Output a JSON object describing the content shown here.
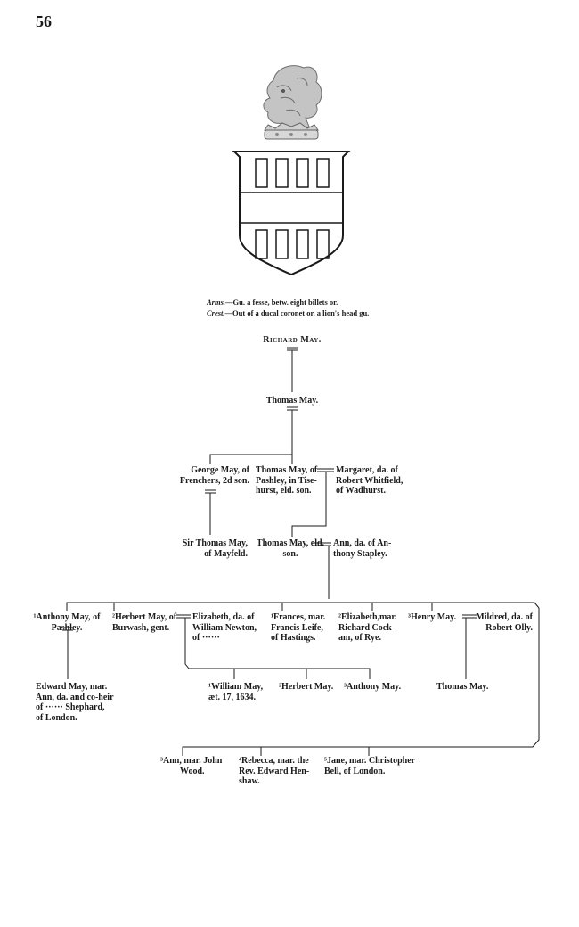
{
  "page_number": "56",
  "arms_label": "Arms.",
  "arms_text": "—Gu. a fesse, betw. eight billets or.",
  "crest_label": "Crest.",
  "crest_text": "—Out of a ducal coronet or, a lion's head gu.",
  "colors": {
    "ink": "#1a1a1a",
    "crest_shade": "#b8b8b8",
    "paper": "#ffffff"
  },
  "people": {
    "richard": "Richard May.",
    "thomas1": "Thomas May.",
    "george": [
      "George May, of",
      "Frenchers, 2d son."
    ],
    "thomas2": [
      "Thomas May, of",
      "Pashley, in Tise-",
      "hurst, eld. son."
    ],
    "margaret": [
      "Margaret, da. of",
      "Robert Whitfield,",
      "of Wadhurst."
    ],
    "sir_thomas": [
      "Sir Thomas May,",
      "of Mayfeld."
    ],
    "thomas3": [
      "Thomas May, eld.",
      "son."
    ],
    "ann_stapley": [
      "Ann, da. of An-",
      "thony Stapley."
    ],
    "anthony": [
      "¹Anthony May, of",
      "Pashley."
    ],
    "herbert": [
      "²Herbert May, of",
      "Burwash, gent."
    ],
    "elizabeth_newton": [
      "Elizabeth, da. of",
      "William Newton,",
      "of ······"
    ],
    "frances": [
      "¹Frances, mar.",
      "Francis Leife,",
      "of Hastings."
    ],
    "elizabeth_cock": [
      "²Elizabeth,mar.",
      "Richard Cock-",
      "am, of Rye."
    ],
    "henry": "³Henry May.",
    "mildred": [
      "Mildred, da. of",
      "Robert Olly."
    ],
    "edward": [
      "Edward May, mar.",
      "Ann, da. and co-heir",
      "of ······ Shephard,",
      "of London."
    ],
    "william": [
      "¹William May,",
      "æt. 17, 1634."
    ],
    "herbert2": "²Herbert May.",
    "anthony2": "³Anthony May.",
    "thomas4": "Thomas May.",
    "ann_wood": [
      "³Ann, mar. John",
      "Wood."
    ],
    "rebecca": [
      "⁴Rebecca, mar. the",
      "Rev. Edward Hen-",
      "shaw."
    ],
    "jane": [
      "⁵Jane, mar. Christopher",
      "Bell, of London."
    ]
  }
}
